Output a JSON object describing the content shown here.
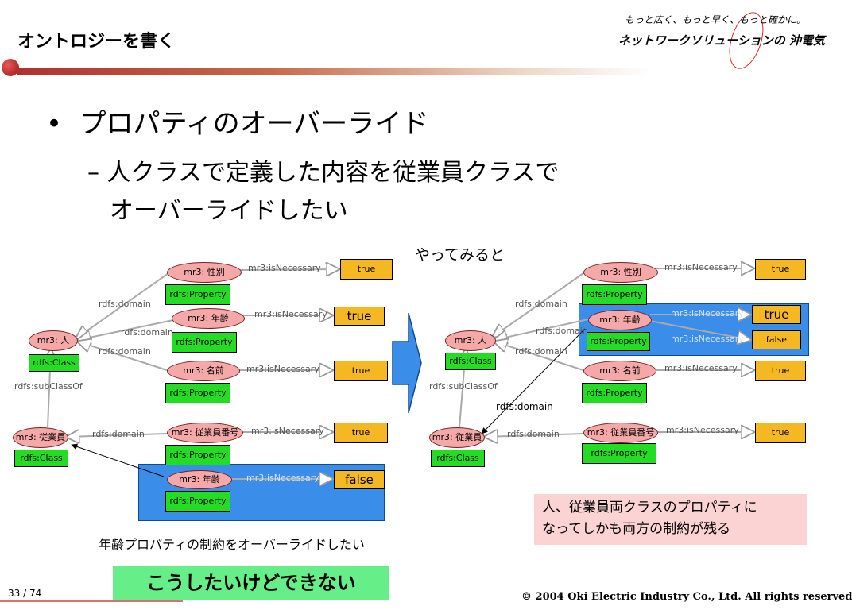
{
  "header": {
    "title": "オントロジーを書く"
  },
  "logo": {
    "tagline": "もっと広く、もっと早く、もっと確かに。",
    "company": "ネットワークソリューションの 沖電気"
  },
  "bullet": {
    "text": "プロパティのオーバーライド"
  },
  "sub": {
    "dash": "–",
    "line1": "人クラスで定義した内容を従業員クラスで",
    "line2": "オーバーライドしたい"
  },
  "left_diagram": {
    "nodes": {
      "person": "mr3: 人",
      "employee": "mr3: 従業員",
      "gender": "mr3: 性別",
      "age": "mr3: 年齢",
      "name": "mr3: 名前",
      "empno": "mr3: 従業員番号",
      "age2": "mr3: 年齢"
    },
    "types": {
      "class1": "rdfs:Class",
      "class2": "rdfs:Class",
      "p1": "rdfs:Property",
      "p2": "rdfs:Property",
      "p3": "rdfs:Property",
      "p4": "rdfs:Property",
      "p5": "rdfs:Property"
    },
    "values": {
      "v1": "true",
      "v2": "true",
      "v3": "true",
      "v4": "true",
      "v5": "false"
    },
    "edge_labels": {
      "domain1": "rdfs:domain",
      "domain2": "rdfs:domain",
      "domain3": "rdfs:domain",
      "domain4": "rdfs:domain",
      "subclass": "rdfs:subClassOf",
      "nec1": "mr3:isNecessary",
      "nec2": "mr3:isNecessary",
      "nec3": "mr3:isNecessary",
      "nec4": "mr3:isNecessary",
      "nec5": "mr3:isNecessary"
    }
  },
  "right_diagram": {
    "nodes": {
      "person": "mr3: 人",
      "employee": "mr3: 従業員",
      "gender": "mr3: 性別",
      "age": "mr3: 年齢",
      "name": "mr3: 名前",
      "empno": "mr3: 従業員番号"
    },
    "types": {
      "class1": "rdfs:Class",
      "class2": "rdfs:Class",
      "p1": "rdfs:Property",
      "p2": "rdfs:Property",
      "p3": "rdfs:Property",
      "p4": "rdfs:Property"
    },
    "values": {
      "v1": "true",
      "v2": "true",
      "v2b": "false",
      "v3": "true",
      "v4": "true"
    },
    "edge_labels": {
      "domain1": "rdfs:domain",
      "domain2": "rdfs:domain",
      "domain3": "rdfs:domain",
      "domain4": "rdfs:domain",
      "domain5": "rdfs:domain",
      "subclass": "rdfs:subClassOf",
      "nec1": "mr3:isNecessary",
      "nec2": "mr3:isNecessary",
      "nec2b": "mr3:isNecessary",
      "nec3": "mr3:isNecessary",
      "nec4": "mr3:isNecessary"
    }
  },
  "try_label": "やってみると",
  "caption_left": "年齢プロパティの制約をオーバーライドしたい",
  "banner": "こうしたいけどできない",
  "note": {
    "line1": "人、従業員両クラスのプロパティに",
    "line2": "なってしかも両方の制約が残る"
  },
  "footer": {
    "page": "33 / 74",
    "copyright": "© 2004 Oki Electric Industry Co., Ltd. All rights reserved"
  },
  "colors": {
    "accent_red": "#d8222a",
    "property_green": "#22dd22",
    "value_orange": "#f5b822",
    "highlight_blue": "#3a8de8",
    "node_pink": "#f4a8a8"
  }
}
